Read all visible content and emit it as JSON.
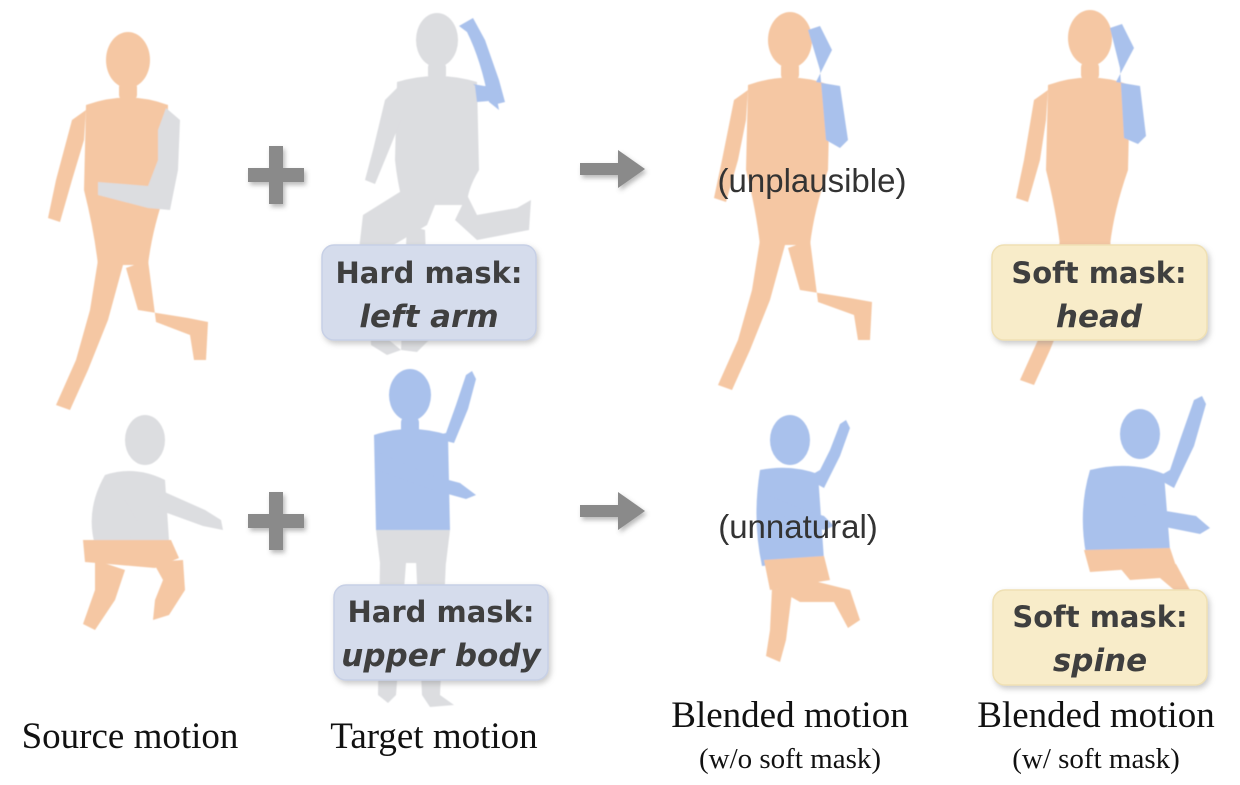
{
  "colors": {
    "source_skin": "#f5c7a3",
    "neutral_gray": "#dcdde0",
    "target_blue": "#a9c1ec",
    "hard_mask_box": "#d5dcec",
    "soft_mask_box": "#f8ecc9",
    "operator_gray": "#8a8a8a"
  },
  "rows": [
    {
      "operator": "+",
      "note": "(unplausible)",
      "hard_mask": {
        "title": "Hard mask:",
        "value": "left arm"
      },
      "soft_mask": {
        "title": "Soft mask:",
        "value": "head"
      }
    },
    {
      "operator": "+",
      "note": "(unnatural)",
      "hard_mask": {
        "title": "Hard mask:",
        "value": "upper body"
      },
      "soft_mask": {
        "title": "Soft mask:",
        "value": "spine"
      }
    }
  ],
  "captions": {
    "source": "Source motion",
    "target": "Target motion",
    "blended_no_soft": "Blended motion",
    "blended_no_soft_sub": "(w/o soft mask)",
    "blended_soft": "Blended motion",
    "blended_soft_sub": "(w/ soft mask)"
  },
  "icons": {
    "plus": "plus-icon",
    "arrow": "arrow-right-icon",
    "figure": "human-body-figure"
  }
}
